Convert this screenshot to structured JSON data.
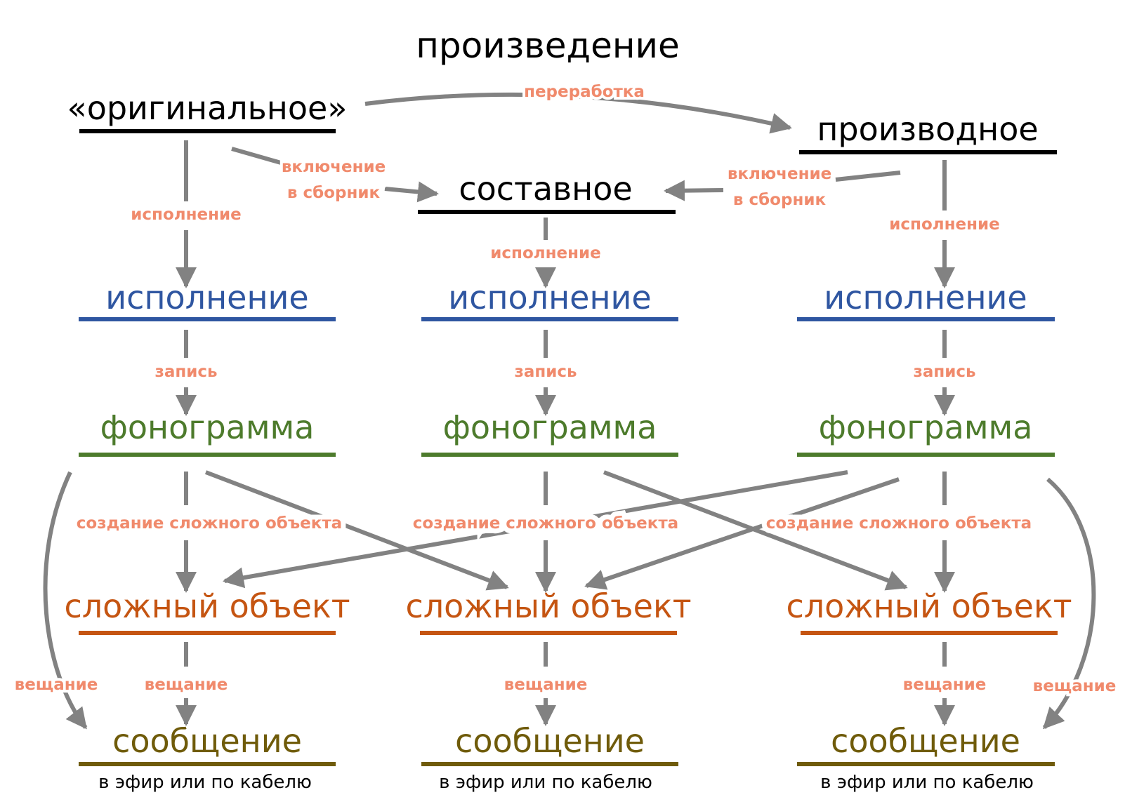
{
  "title": "произведение",
  "colors": {
    "black": "#000000",
    "performance": "#2f56a1",
    "phonogram": "#4d7b2c",
    "complex": "#c55512",
    "message": "#6f5b0a",
    "label": "#f08a6c",
    "arrow": "#828282"
  },
  "nodes": {
    "original": "«оригинальное»",
    "derivative": "производное",
    "composite": "составное",
    "performance": "исполнение",
    "phonogram": "фонограмма",
    "complex_object": "сложный объект",
    "message": "сообщение",
    "message_sub": "в эфир или по кабелю"
  },
  "edge_labels": {
    "processing": "переработка",
    "inclusion_line1": "включение",
    "inclusion_line2": "в сборник",
    "performance": "исполнение",
    "recording": "запись",
    "complex_creation": "создание сложного объекта",
    "broadcast": "вещание"
  }
}
